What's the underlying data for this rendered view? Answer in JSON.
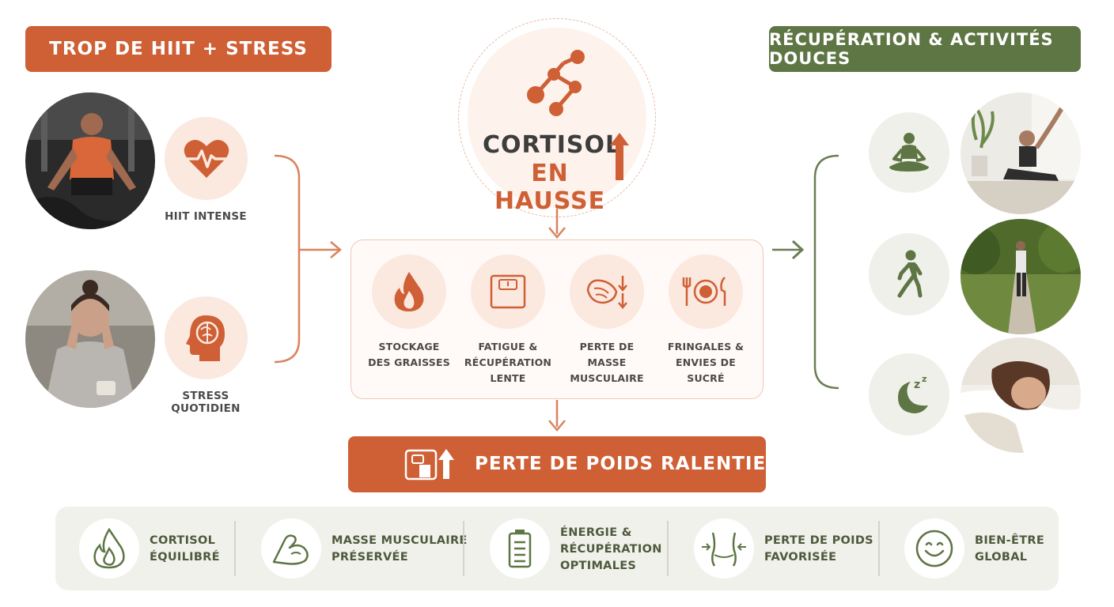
{
  "left_panel": {
    "title": "TROP DE HIIT + STRESS",
    "items": [
      {
        "label": "HIIT INTENSE",
        "icon": "heart-pulse-icon"
      },
      {
        "label": "STRESS QUOTIDIEN",
        "icon": "head-brain-icon"
      }
    ]
  },
  "right_panel": {
    "title": "RÉCUPÉRATION & ACTIVITÉS DOUCES",
    "icons": [
      "meditation-icon",
      "walking-icon",
      "sleep-moon-icon"
    ]
  },
  "center": {
    "cortisol_line1": "CORTISOL",
    "cortisol_line2": "EN HAUSSE",
    "effects": [
      {
        "lines": [
          "STOCKAGE",
          "DES GRAISSES"
        ],
        "icon": "flame-icon"
      },
      {
        "lines": [
          "FATIGUE &",
          "RÉCUPÉRATION",
          "LENTE"
        ],
        "icon": "scale-icon"
      },
      {
        "lines": [
          "PERTE DE",
          "MASSE",
          "MUSCULAIRE"
        ],
        "icon": "muscle-down-icon"
      },
      {
        "lines": [
          "FRINGALES &",
          "ENVIES DE SUCRÉ"
        ],
        "icon": "plate-cutlery-icon"
      }
    ],
    "result": "PERTE DE POIDS RALENTIE"
  },
  "benefits": [
    {
      "lines": [
        "CORTISOL",
        "ÉQUILIBRÉ"
      ],
      "icon": "flame-outline-icon"
    },
    {
      "lines": [
        "MASSE MUSCULAIRE",
        "PRÉSERVÉE"
      ],
      "icon": "bicep-icon"
    },
    {
      "lines": [
        "ÉNERGIE &",
        "RÉCUPÉRATION",
        "OPTIMALES"
      ],
      "icon": "battery-icon"
    },
    {
      "lines": [
        "PERTE DE POIDS",
        "FAVORISÉE"
      ],
      "icon": "waist-icon"
    },
    {
      "lines": [
        "BIEN-ÊTRE",
        "GLOBAL"
      ],
      "icon": "smile-icon"
    }
  ],
  "colors": {
    "orange": "#cf5f35",
    "green": "#5e7544",
    "peach": "#fbe8df",
    "sage": "#eff0ea"
  }
}
